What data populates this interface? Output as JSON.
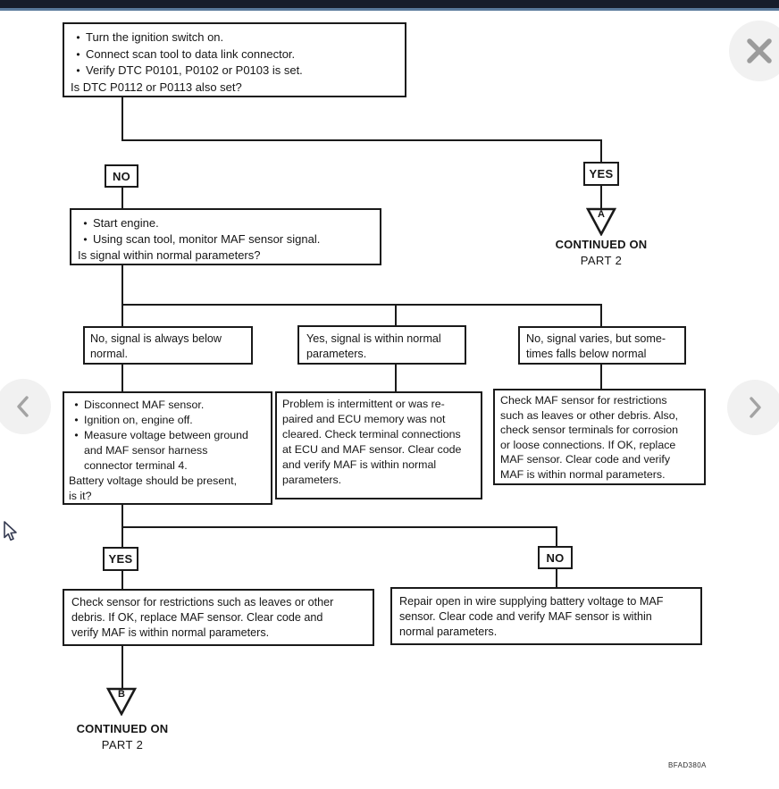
{
  "colors": {
    "topbar_dark": "#171d2b",
    "topbar_accent": "#5a7a9c",
    "diagram_ink": "#1a1a1a",
    "nav_button_bg": "#f1f1f1",
    "nav_glyph": "#a3a3a3"
  },
  "icons": [
    "close-icon",
    "chevron-left-icon",
    "chevron-right-icon",
    "cursor-pointer-icon",
    "bullet-icon",
    "triangle-connector-icon"
  ],
  "viewer": {
    "figure_ref": "BFAD380A"
  },
  "flowchart": {
    "step1": {
      "bullets": [
        [
          "Turn the ignition switch on."
        ],
        [
          "Connect scan tool to data link connector."
        ],
        [
          "Verify DTC P0101, P0102 or P0103 is set."
        ]
      ],
      "question": [
        "Is DTC P0112 or P0113 also set?"
      ]
    },
    "decision1": {
      "no": "NO",
      "yes": "YES"
    },
    "continuation_a": {
      "letter": "A",
      "caption": [
        "CONTINUED ON",
        "PART 2"
      ]
    },
    "step2": {
      "bullets": [
        [
          "Start engine."
        ],
        [
          "Using scan tool, monitor MAF sensor signal."
        ]
      ],
      "question": [
        "Is signal within normal parameters?"
      ]
    },
    "outcome_left_label": [
      "No, signal is always below",
      "normal."
    ],
    "outcome_middle_label": [
      "Yes, signal is within normal",
      "parameters."
    ],
    "outcome_right_label": [
      "No, signal varies, but some-",
      "times falls below normal"
    ],
    "action_left": {
      "bullets": [
        [
          "Disconnect MAF sensor."
        ],
        [
          "Ignition on, engine off."
        ],
        [
          "Measure voltage between ground",
          "and MAF sensor harness",
          "connector terminal 4."
        ]
      ],
      "question": [
        "Battery voltage should be present,",
        "is it?"
      ]
    },
    "action_middle": [
      "Problem is intermittent or was re-",
      "paired and ECU memory was not",
      "cleared. Check terminal connections",
      "at ECU and MAF sensor. Clear code",
      "and verify MAF is within normal",
      "parameters."
    ],
    "action_right": [
      "Check MAF sensor for restrictions",
      "such as leaves or other debris. Also,",
      "check sensor terminals for corrosion",
      "or loose connections. If OK, replace",
      "MAF sensor. Clear code and verify",
      "MAF is within normal parameters."
    ],
    "decision2": {
      "yes": "YES",
      "no": "NO"
    },
    "result_yes": [
      "Check sensor for restrictions such as leaves or other",
      "debris. If OK, replace MAF sensor. Clear code and",
      "verify MAF is within normal parameters."
    ],
    "result_no": [
      "Repair open in wire supplying battery voltage to MAF",
      "sensor. Clear code and verify MAF sensor is within",
      "normal parameters."
    ],
    "continuation_b": {
      "letter": "B",
      "caption": [
        "CONTINUED ON",
        "PART 2"
      ]
    }
  }
}
